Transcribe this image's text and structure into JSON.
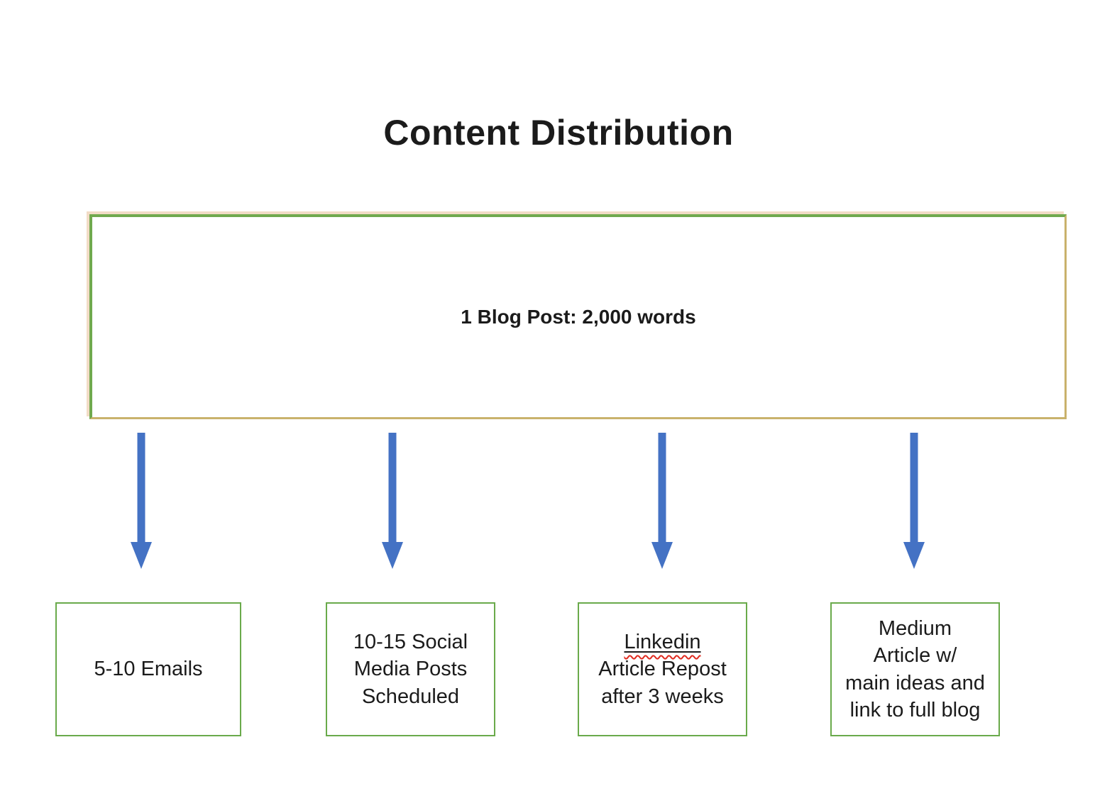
{
  "title": "Content Distribution",
  "source_box": {
    "label": "1 Blog Post: 2,000 words"
  },
  "arrows": {
    "icon": "down-arrow-icon",
    "count": 4,
    "color": "#4472C4"
  },
  "target_boxes": [
    {
      "name": "emails",
      "lines": [
        "5-10 Emails"
      ]
    },
    {
      "name": "social-media",
      "lines": [
        "10-15 Social",
        "Media Posts",
        "Scheduled"
      ]
    },
    {
      "name": "linkedin",
      "lines": [
        "Linkedin",
        "Article Repost",
        "after 3 weeks"
      ],
      "spellcheck_flagged_word": "Linkedin"
    },
    {
      "name": "medium",
      "lines": [
        "Medium",
        "Article w/",
        "main ideas and",
        "link to full blog"
      ]
    }
  ],
  "colors": {
    "arrow_blue": "#4472C4",
    "target_border_green": "#6AAA4B",
    "source_border_green": "#70A94E",
    "source_border_gold": "#C9B26C",
    "source_border_peach": "#F2DCC6",
    "spellcheck_red": "#E02B20",
    "text": "#1B1B1B",
    "background": "#FFFFFF"
  }
}
